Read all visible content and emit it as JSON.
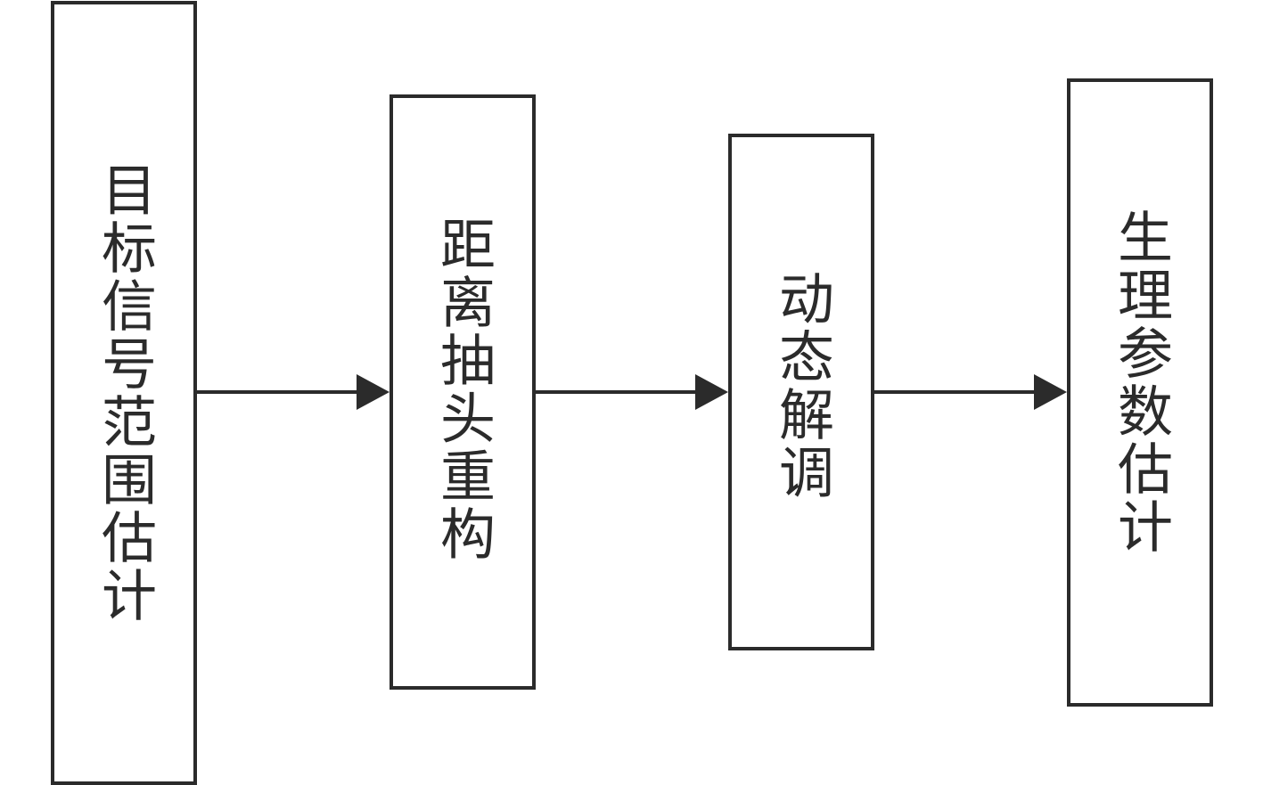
{
  "diagram": {
    "type": "flowchart",
    "direction": "left-to-right",
    "colors": {
      "stroke": "#2b2b2b",
      "background": "#ffffff"
    },
    "steps": [
      {
        "label": "目标信号范围估计"
      },
      {
        "label": "距离抽头重构"
      },
      {
        "label": "动态解调"
      },
      {
        "label": "生理参数估计"
      }
    ],
    "edges": [
      {
        "from": 0,
        "to": 1
      },
      {
        "from": 1,
        "to": 2
      },
      {
        "from": 2,
        "to": 3
      }
    ]
  }
}
